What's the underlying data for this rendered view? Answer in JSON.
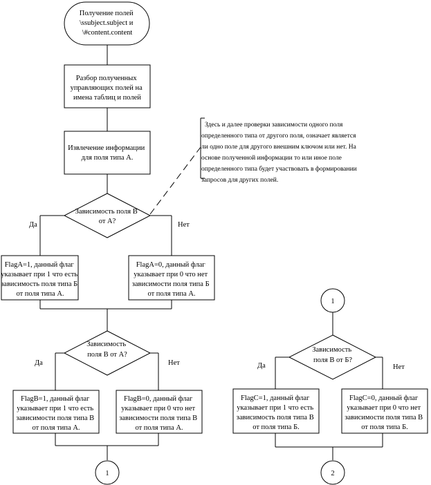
{
  "start": {
    "lines": [
      "Получение полей",
      "\\ssubject.subject и",
      "\\#content.content"
    ]
  },
  "parse": {
    "lines": [
      "Разбор полученных",
      "управляющих полей на",
      "имена таблиц и полей"
    ]
  },
  "extract": {
    "lines": [
      "Извлечение информации",
      "для поля типа А."
    ]
  },
  "note": {
    "lines": [
      "Здесь и далее проверки зависимости одного поля",
      "определенного типа от другого поля, означает является",
      "ли одно поле для другого внешним ключом или нет. На",
      "основе полученной информации то или иное поле",
      "определенного типа будет участвовать в формировании",
      "запросов для других полей."
    ]
  },
  "decision_a": {
    "lines": [
      "Зависимость поля  В",
      "от А?"
    ],
    "yes_label": "Да",
    "no_label": "Нет",
    "yes_box": [
      "FlagA=1, данный флаг",
      "указывает при 1  что есть",
      "зависимость поля типа Б",
      "от поля типа А."
    ],
    "no_box": [
      "FlagA=0, данный флаг",
      "указывает при 0  что нет",
      "зависимости поля типа Б",
      "от поля типа А."
    ]
  },
  "decision_b": {
    "lines": [
      "Зависимость",
      "поля  В от А?"
    ],
    "yes_label": "Да",
    "no_label": "Нет",
    "yes_box": [
      "FlagB=1, данный флаг",
      "указывает при 1  что есть",
      "зависимости поля типа В",
      "от поля типа А."
    ],
    "no_box": [
      "FlagB=0, данный флаг",
      "указывает при 0  что нет",
      "зависимости поля типа В",
      "от поля типа А."
    ]
  },
  "connector_out_1": "1",
  "connector_in_1": "1",
  "decision_c": {
    "lines": [
      "Зависимость",
      "поля  В от Б?"
    ],
    "yes_label": "Да",
    "no_label": "Нет",
    "yes_box": [
      "FlagC=1, данный флаг",
      "указывает при 1 что есть",
      "зависимость поля типа В",
      "от поля типа Б."
    ],
    "no_box": [
      "FlagC=0, данный флаг",
      "указывает при 0 что нет",
      "зависимости поля типа В",
      "от поля типа Б."
    ]
  },
  "connector_out_2": "2"
}
